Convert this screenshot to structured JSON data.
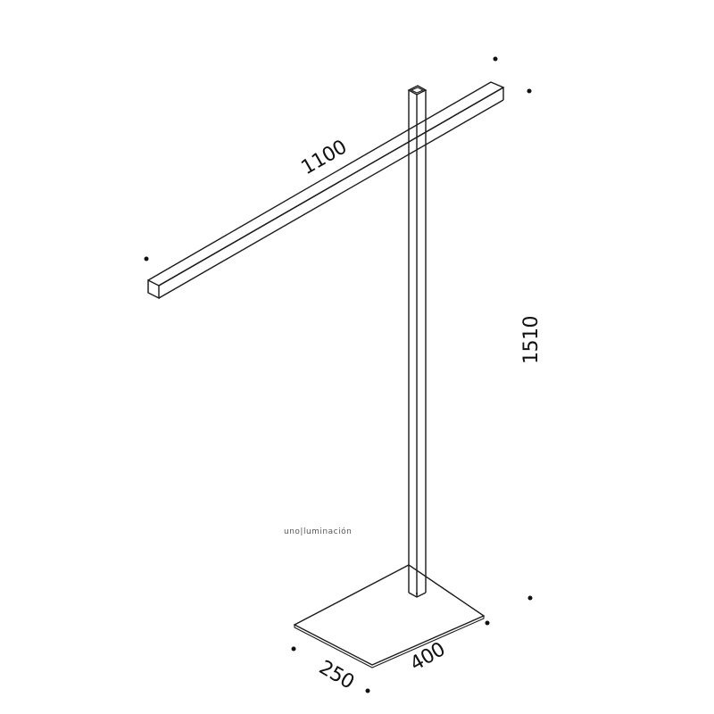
{
  "dimensions": {
    "arm_length": "1100",
    "height": "1510",
    "base_depth": "250",
    "base_width": "400"
  },
  "brand_label": "uno|luminación",
  "colors": {
    "line": "#1a1a1a",
    "background": "#ffffff"
  }
}
